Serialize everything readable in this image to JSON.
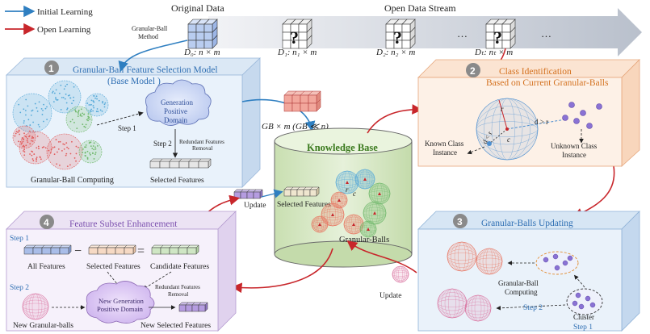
{
  "legend": {
    "initial": "Initial Learning",
    "open": "Open Learning"
  },
  "colors": {
    "blue_arrow": "#2f7fc1",
    "red_arrow": "#c8262b",
    "box1": "#3b73b9",
    "box2": "#e67e22",
    "box3": "#3b73b9",
    "box4": "#8e6bb5",
    "kb_fill": "#d9ebc8",
    "kb_title": "#3b7a1e"
  },
  "stream": {
    "original_label": "Original Data",
    "open_label": "Open Data Stream",
    "gb_method": [
      "Granular-Ball",
      "Method"
    ],
    "d0": "D₀: n × m",
    "d1": "D₁: n₁ × m",
    "d2": "D₂: n₂ × m",
    "dt": "Dₜ: nₜ × m",
    "ellipsis": "…"
  },
  "box1": {
    "num": "1",
    "title1": "Granular-Ball Feature Selection Model",
    "title2": "(Base Model )",
    "cloud": [
      "Generation",
      "Positive",
      "Domain"
    ],
    "step1": "Step 1",
    "step2": "Step 2",
    "redundant": [
      "Redundant Features",
      "Removal"
    ],
    "selected": "Selected Features",
    "computing": "Granular-Ball Computing"
  },
  "gb_label": "GB × m (GB ≪ n)",
  "kb": {
    "title": "Knowledge Base",
    "selected": "Selected Features",
    "balls": "Granular-Balls",
    "r": "r",
    "c": "c"
  },
  "box2": {
    "num": "2",
    "title1": "Class Identification",
    "title2": "Based on Current Granular-Balls",
    "known": [
      "Known Class",
      "Instance"
    ],
    "unknown": [
      "Unknown Class",
      "Instance"
    ],
    "d_gt_r": "d > r",
    "d_lt_r": "d < r",
    "r": "r",
    "c": "c"
  },
  "box3": {
    "num": "3",
    "title": "Granular-Balls Updating",
    "gbc": [
      "Granular-Ball",
      "Computing"
    ],
    "step2": "Step 2",
    "cluster": "Cluster",
    "step1": "Step 1",
    "update": "Update"
  },
  "box4": {
    "num": "4",
    "title": "Feature Subset Enhancement",
    "step1": "Step 1",
    "step2": "Step 2",
    "all": "All Features",
    "selected": "Selected Features",
    "candidate": "Candidate Features",
    "minus": "−",
    "equals": "=",
    "redundant": [
      "Redundant Features",
      "Removal"
    ],
    "cloud": [
      "New Generation",
      "Positive Domain"
    ],
    "new_balls": "New Granular-balls",
    "new_selected": "New Selected Features",
    "update": "Update"
  }
}
